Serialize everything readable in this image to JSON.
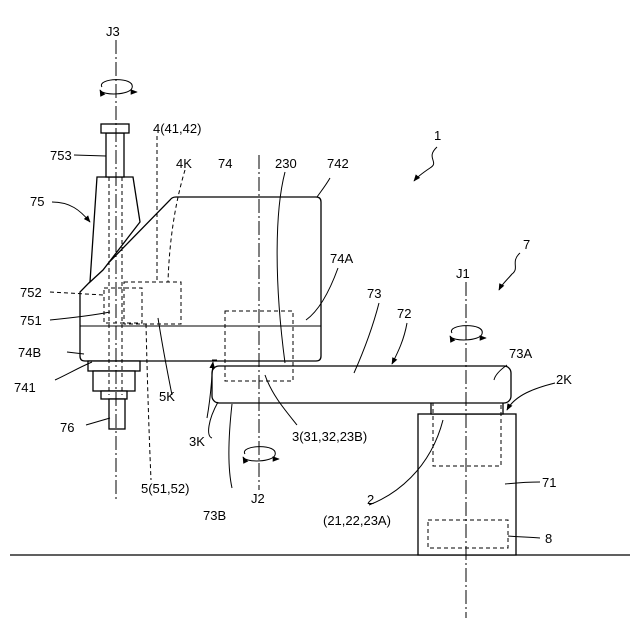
{
  "labels": {
    "j3": "J3",
    "j2": "J2",
    "j1": "J1",
    "robot": "1",
    "base_unit": "7",
    "drive_4": "4(41,42)",
    "k4": "4K",
    "arm_74": "74",
    "l230": "230",
    "l742": "742",
    "l753": "753",
    "l75": "75",
    "l74A": "74A",
    "l73": "73",
    "l72": "72",
    "l73A": "73A",
    "l752": "752",
    "l751": "751",
    "l74B": "74B",
    "l741": "741",
    "k5": "5K",
    "l76": "76",
    "k3": "3K",
    "drive_3": "3(31,32,23B)",
    "k2": "2K",
    "l2": "2",
    "drive_2": "(21,22,23A)",
    "l71": "71",
    "drive_5": "5(51,52)",
    "l73B": "73B",
    "l8": "8"
  }
}
